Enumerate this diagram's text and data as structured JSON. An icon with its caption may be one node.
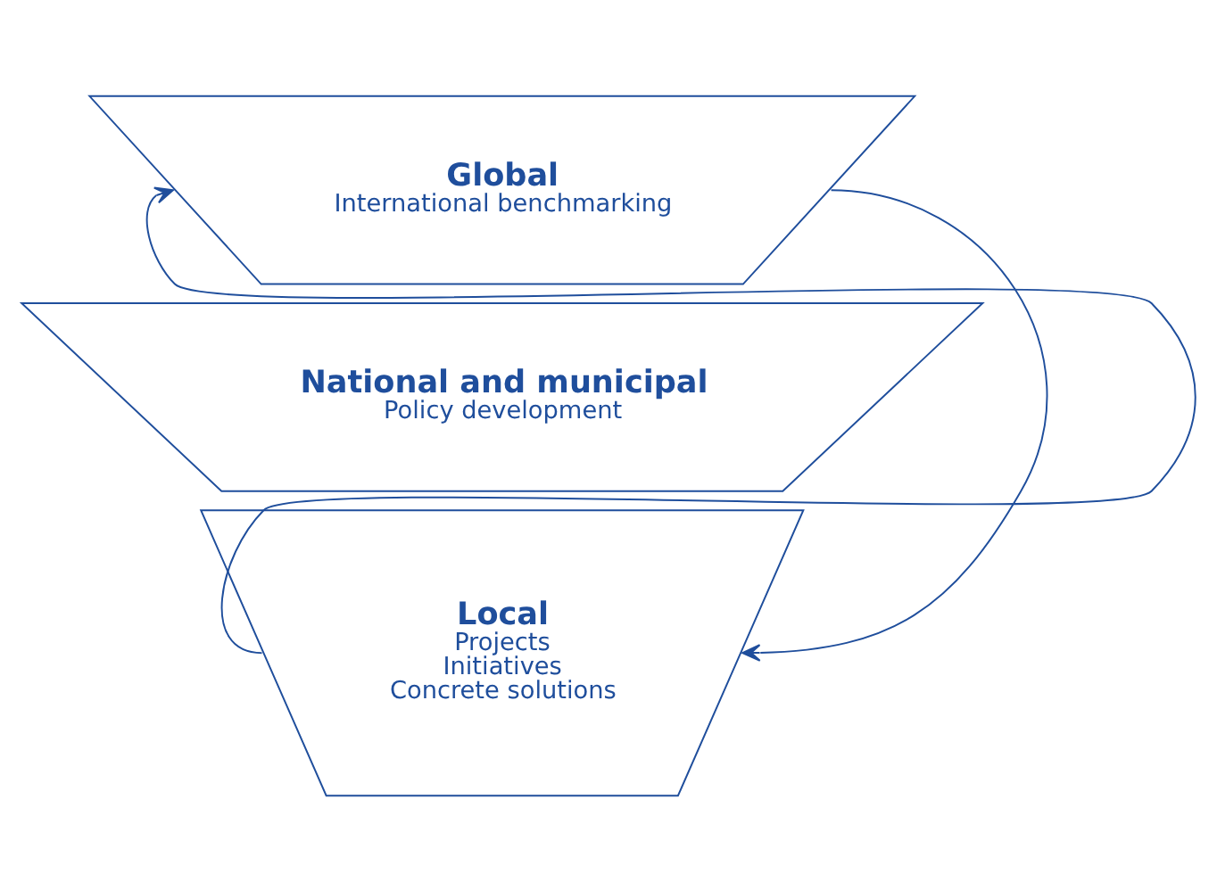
{
  "diagram": {
    "nodes": [
      {
        "text": [
          "Global",
          "International benchmarking"
        ]
      },
      {
        "text": [
          "National and municipal",
          "Policy development"
        ]
      },
      {
        "text": [
          "Local",
          "Projects",
          "Initiatives",
          "Concrete solutions"
        ]
      }
    ],
    "edges": [
      {
        "from": 2,
        "to": 0,
        "arrow": "to"
      },
      {
        "from": 0,
        "to": 2,
        "arrow": "to"
      }
    ]
  }
}
